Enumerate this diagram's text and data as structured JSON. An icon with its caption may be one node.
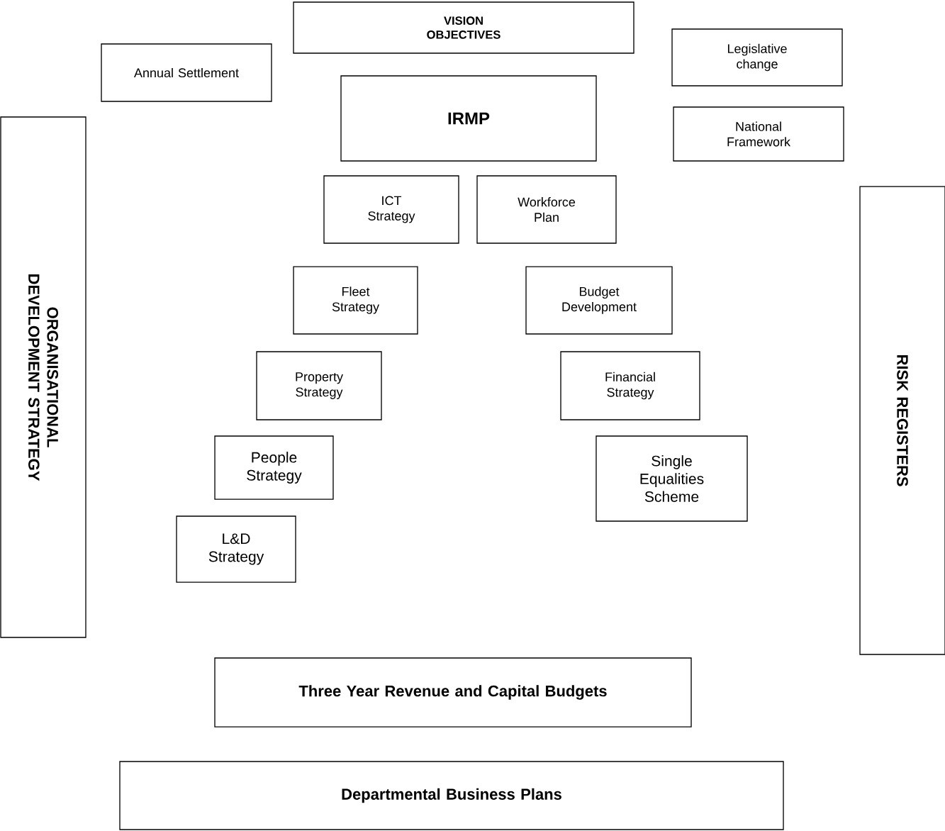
{
  "diagram": {
    "nodes": [
      {
        "text": [
          "VISION OBJECTIVES"
        ]
      },
      {
        "text": [
          "Annual Settlement"
        ]
      },
      {
        "text": [
          "Legislative change"
        ]
      },
      {
        "text": [
          "IRMP"
        ]
      },
      {
        "text": [
          "National Framework"
        ]
      },
      {
        "text": [
          "ORGANISATIONAL DEVELOPMENT STRATEGY"
        ]
      },
      {
        "text": [
          "ICT Strategy"
        ]
      },
      {
        "text": [
          "Workforce Plan"
        ]
      },
      {
        "text": [
          "RISK REGISTERS"
        ]
      },
      {
        "text": [
          "Fleet Strategy"
        ]
      },
      {
        "text": [
          "Budget Development"
        ]
      },
      {
        "text": [
          "Property Strategy"
        ]
      },
      {
        "text": [
          "Financial Strategy"
        ]
      },
      {
        "text": [
          "People Strategy"
        ]
      },
      {
        "text": [
          "Single Equalities Scheme"
        ]
      },
      {
        "text": [
          "L&D Strategy"
        ]
      },
      {
        "text": [
          "Three Year Revenue and Capital Budgets"
        ]
      },
      {
        "text": [
          "Departmental Business Plans"
        ]
      }
    ]
  }
}
